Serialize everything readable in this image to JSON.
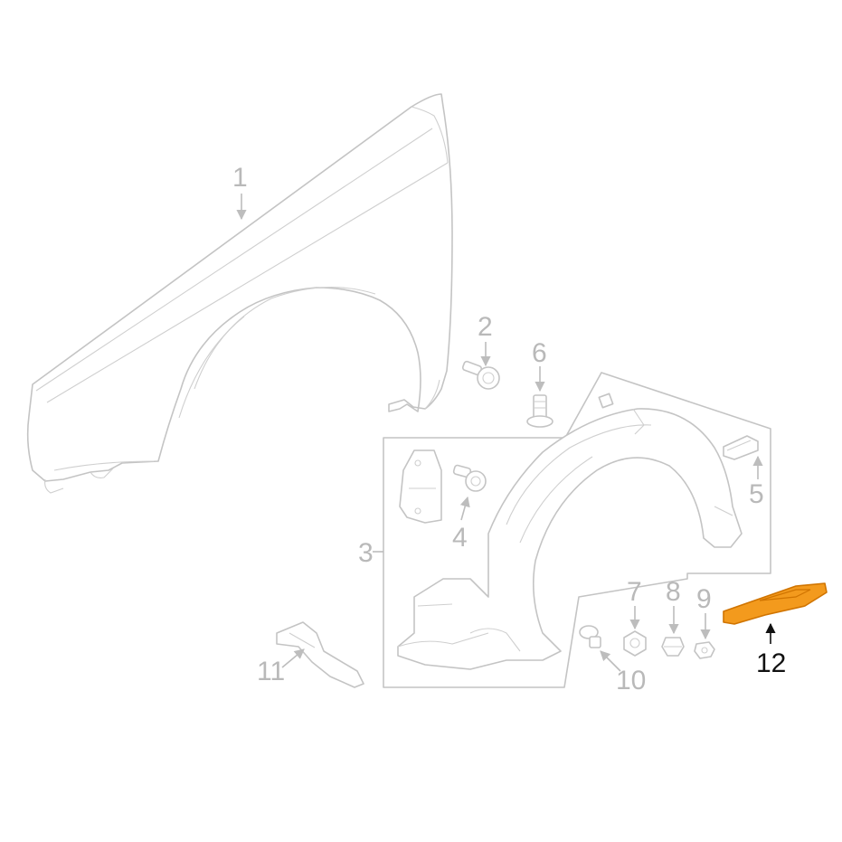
{
  "colors": {
    "highlight": "#f39a1d",
    "part_line": "#c4c4c4",
    "label": "#b9b9b9",
    "label_highlight": "#111111"
  },
  "callouts": [
    {
      "id": "1",
      "label": "1"
    },
    {
      "id": "2",
      "label": "2"
    },
    {
      "id": "3",
      "label": "3"
    },
    {
      "id": "4",
      "label": "4"
    },
    {
      "id": "5",
      "label": "5"
    },
    {
      "id": "6",
      "label": "6"
    },
    {
      "id": "7",
      "label": "7"
    },
    {
      "id": "8",
      "label": "8"
    },
    {
      "id": "9",
      "label": "9"
    },
    {
      "id": "10",
      "label": "10"
    },
    {
      "id": "11",
      "label": "11"
    },
    {
      "id": "12",
      "label": "12",
      "highlighted": true
    }
  ]
}
